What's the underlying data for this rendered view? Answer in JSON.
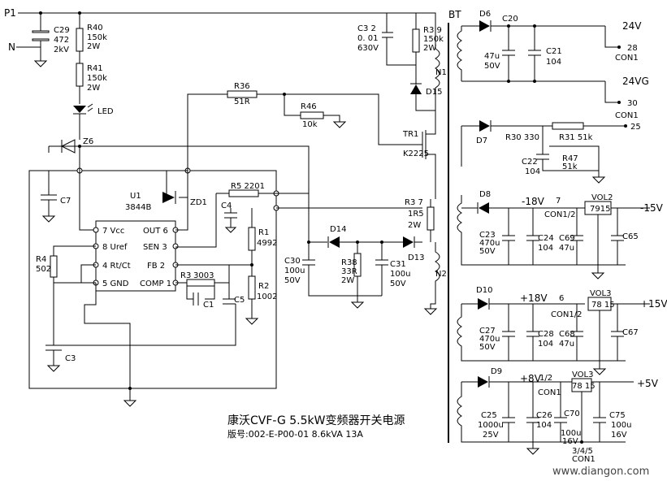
{
  "inputs": {
    "p1": "P1",
    "n": "N"
  },
  "transformer": {
    "name": "BT",
    "primary": "N1",
    "aux": "N2"
  },
  "ic": {
    "ref": "U1",
    "part": "3844B",
    "pins": {
      "vcc": "7 Vcc",
      "uref": "8 Uref",
      "rtct": "4 Rt/Ct",
      "gnd": "5 GND",
      "out": "OUT 6",
      "sen": "SEN 3",
      "fb": "FB 2",
      "comp": "COMP 1"
    }
  },
  "labels": {
    "c29": "C29",
    "c29v1": "472",
    "c29v2": "2kV",
    "r40": "R40",
    "r40v1": "150k",
    "r40v2": "2W",
    "r41": "R41",
    "r41v1": "150k",
    "r41v2": "2W",
    "led": "LED",
    "z6": "Z6",
    "c7": "C7",
    "r36": "R36",
    "r36v": "51R",
    "r46": "R46",
    "r46v": "10k",
    "c32": "C3 2",
    "c32v1": "0. 01",
    "c32v2": "630V",
    "r39": "R3 9",
    "r39v1": "150k",
    "r39v2": "2W",
    "d15": "D15",
    "tr1": "TR1",
    "k2225": "K2225",
    "zd1": "ZD1",
    "r5": "R5  2201",
    "c4": "C4",
    "r1": "R1",
    "r1v": "4992",
    "r2": "R2",
    "r2v": "1002",
    "r4": "R4",
    "r4v": "502",
    "r3": "R3",
    "r3v": "3003",
    "c1": "C1",
    "c5": "C5",
    "c3": "C3",
    "d14": "D14",
    "d13": "D13",
    "c30": "C30",
    "c30v1": "100u",
    "c30v2": "50V",
    "r38": "R38",
    "r38v1": "33R",
    "r38v2": "2W",
    "c31": "C31",
    "c31v1": "100u",
    "c31v2": "50V",
    "r37": "R3 7",
    "r37v1": "1R5",
    "r37v2": "2W",
    "d6": "D6",
    "c20": "C20",
    "c20v1": "47u",
    "c20v2": "50V",
    "c21": "C21",
    "c21v": "104",
    "out24": "24V",
    "out24g": "24VG",
    "pin28": "28",
    "pin30": "30",
    "con1a": "CON1",
    "con1b": "CON1",
    "d7": "D7",
    "r30": "R30 330",
    "r31": "R31 51k",
    "pin25": "25",
    "c22": "C22",
    "c22v": "104",
    "r47": "R47",
    "r47v": "51k",
    "d8": "D8",
    "m18": "-18V",
    "pin7": "7",
    "con12a": "CON1/2",
    "vol2": "VOL2",
    "ic7915": "7915",
    "outm15": "-15V",
    "c23": "C23",
    "c23v1": "470u",
    "c23v2": "50V",
    "c24": "C24",
    "c24v": "104",
    "c69": "C69",
    "c69v": "47u",
    "c65": "C65",
    "d10": "D10",
    "p18": "+18V",
    "pin6": "6",
    "con12b": "CON1/2",
    "vol3a": "VOL3",
    "ic7815": "78 15",
    "outp15": "+15V",
    "c27": "C27",
    "c27v1": "470u",
    "c27v2": "50V",
    "c28": "C28",
    "c28v": "104",
    "c68": "C68",
    "c68v": "47u",
    "c67": "C67",
    "d9": "D9",
    "p8": "+8V",
    "pin12": "1/2",
    "con1c": "CON1",
    "vol3b": "VOL3",
    "ic7815b": "78 15",
    "outp5": "+5V",
    "c25": "C25",
    "c25v1": "1000u",
    "c25v2": "25V",
    "c26": "C26",
    "c26v": "104",
    "c70": "C70",
    "c70v1": "100u",
    "c70v2": "16V",
    "c75": "C75",
    "c75v1": "100u",
    "c75v2": "16V",
    "pin345": "3/4/5",
    "con1d": "CON1"
  },
  "title": {
    "line1": "康沃CVF-G  5.5kW变频器开关电源",
    "line2": "版号:002-E-P00-01 8.6kVA 13A"
  },
  "watermark": "www.diangon.com",
  "colors": {
    "ink": "#000000",
    "paper": "#ffffff"
  }
}
